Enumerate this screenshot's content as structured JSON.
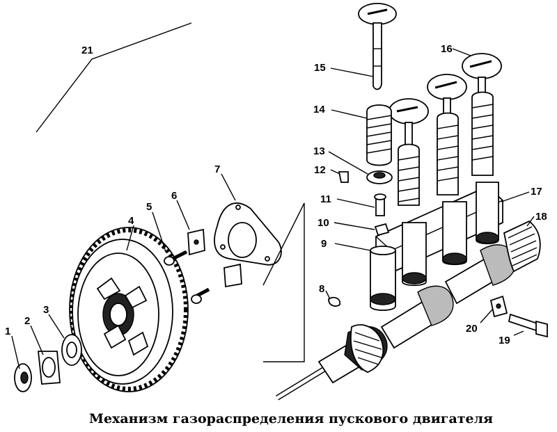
{
  "caption": "Механизм газораспределения пускового двигателя",
  "callouts": {
    "c1": "1",
    "c2": "2",
    "c3": "3",
    "c4": "4",
    "c5": "5",
    "c6": "6",
    "c7": "7",
    "c8": "8",
    "c9": "9",
    "c10": "10",
    "c11": "11",
    "c12": "12",
    "c13": "13",
    "c14": "14",
    "c15": "15",
    "c16": "16",
    "c17": "17",
    "c18": "18",
    "c19": "19",
    "c20": "20",
    "c21": "21"
  }
}
